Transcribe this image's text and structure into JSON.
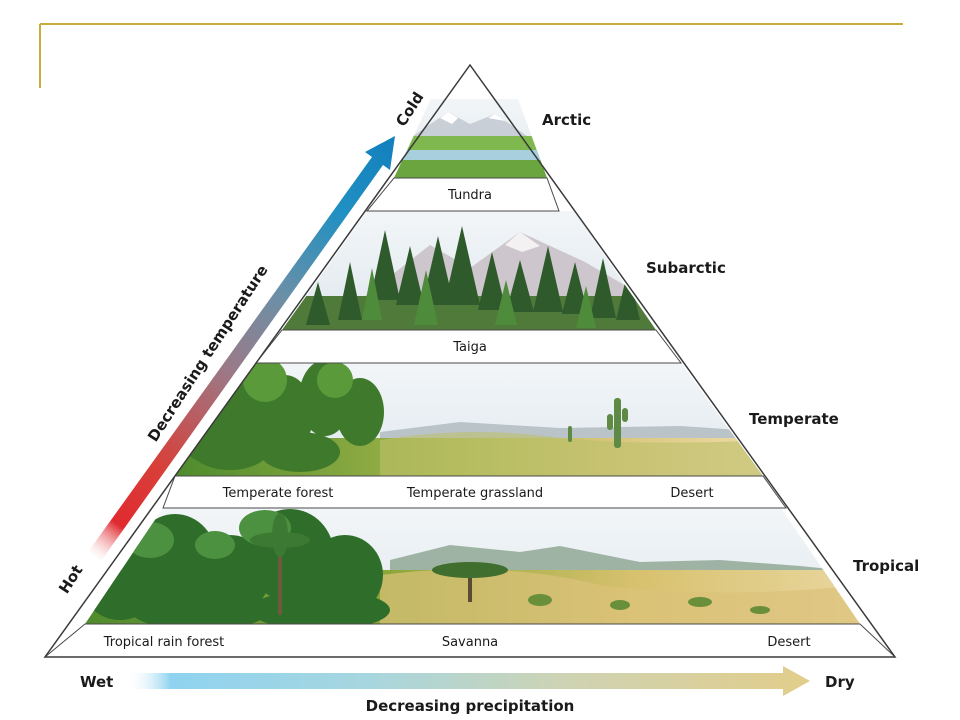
{
  "colors": {
    "frame_gold": "#c9ad3a",
    "sky": "#e4edf3",
    "cold_blue": "#1a8cc4",
    "hot_red": "#d8212c",
    "wet_blue": "#7fcff0",
    "dry_tan": "#e3cf8e"
  },
  "zones": {
    "arctic": "Arctic",
    "subarctic": "Subarctic",
    "temperate": "Temperate",
    "tropical": "Tropical"
  },
  "bands": {
    "tundra": "Tundra",
    "taiga": "Taiga",
    "temperate_forest": "Temperate forest",
    "temperate_grassland": "Temperate grassland",
    "temperate_desert": "Desert",
    "tropical_rain_forest": "Tropical rain forest",
    "savanna": "Savanna",
    "tropical_desert": "Desert"
  },
  "temperature_axis": {
    "top": "Cold",
    "bottom": "Hot",
    "label": "Decreasing temperature"
  },
  "precipitation_axis": {
    "left": "Wet",
    "right": "Dry",
    "label": "Decreasing precipitation"
  },
  "icons": [
    "cold-arrow-icon",
    "dry-arrow-icon",
    "pine-tree-icon",
    "cactus-icon",
    "mountain-icon"
  ]
}
